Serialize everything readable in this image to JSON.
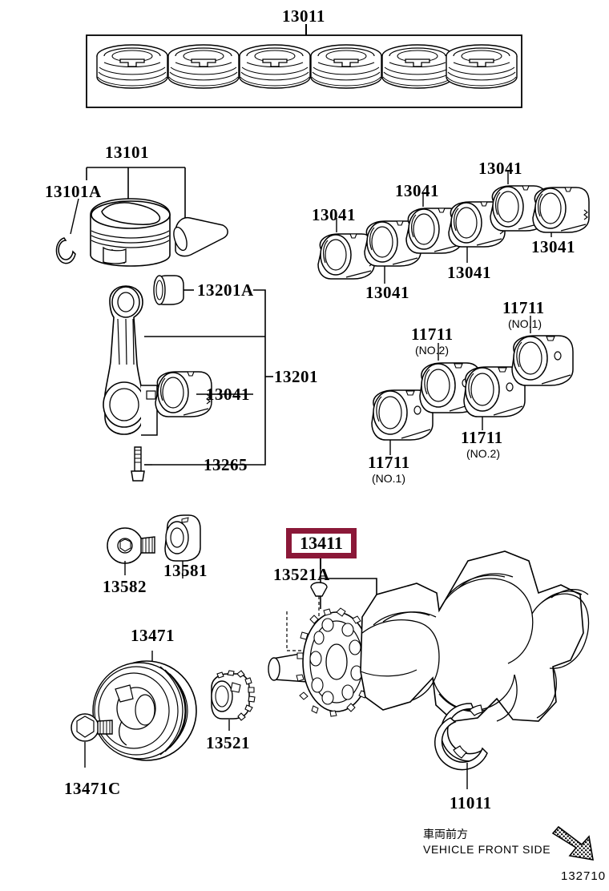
{
  "diagram": {
    "id_number": "132710",
    "front_side_jp": "車両前方",
    "front_side_en": "VEHICLE FRONT SIDE",
    "highlight_color": "#8B1838",
    "highlighted_part": "13411"
  },
  "parts": {
    "piston_ring_set": "13011",
    "piston": "13101",
    "piston_snap_ring": "13101A",
    "conrod_bushing": "13201A",
    "conrod_assembly": "13201",
    "conrod_bolt": "13265",
    "crankshaft": "13411",
    "crank_key": "13521A",
    "timing_sprocket": "13521",
    "crank_pulley": "13471",
    "pulley_bolt": "13471C",
    "pulley_spacer": "13581",
    "spacer_bolt": "13582",
    "thrust_washer": "11011"
  },
  "conrod_bearings": {
    "number": "13041",
    "labels": [
      "13041",
      "13041",
      "13041",
      "13041",
      "13041",
      "13041"
    ]
  },
  "main_bearings": {
    "number": "11711",
    "items": [
      {
        "number": "11711",
        "grade": "(NO.1)"
      },
      {
        "number": "11711",
        "grade": "(NO.2)"
      },
      {
        "number": "11711",
        "grade": "(NO.2)"
      },
      {
        "number": "11711",
        "grade": "(NO.1)"
      }
    ]
  },
  "labels": {
    "l_13011": "13011",
    "l_13101": "13101",
    "l_13101A": "13101A",
    "l_13201A": "13201A",
    "l_13201": "13201",
    "l_13041_rod": "13041",
    "l_13265": "13265",
    "l_13041_a": "13041",
    "l_13041_b": "13041",
    "l_13041_c": "13041",
    "l_13041_d": "13041",
    "l_13041_e": "13041",
    "l_13041_f": "13041",
    "l_11711_a": "11711",
    "l_11711_a_no": "(NO.1)",
    "l_11711_b": "11711",
    "l_11711_b_no": "(NO.2)",
    "l_11711_c": "11711",
    "l_11711_c_no": "(NO.2)",
    "l_11711_d": "11711",
    "l_11711_d_no": "(NO.1)",
    "l_13582": "13582",
    "l_13581": "13581",
    "l_13471": "13471",
    "l_13471C": "13471C",
    "l_13521": "13521",
    "l_13521A": "13521A",
    "l_13411": "13411",
    "l_11011": "11011"
  }
}
